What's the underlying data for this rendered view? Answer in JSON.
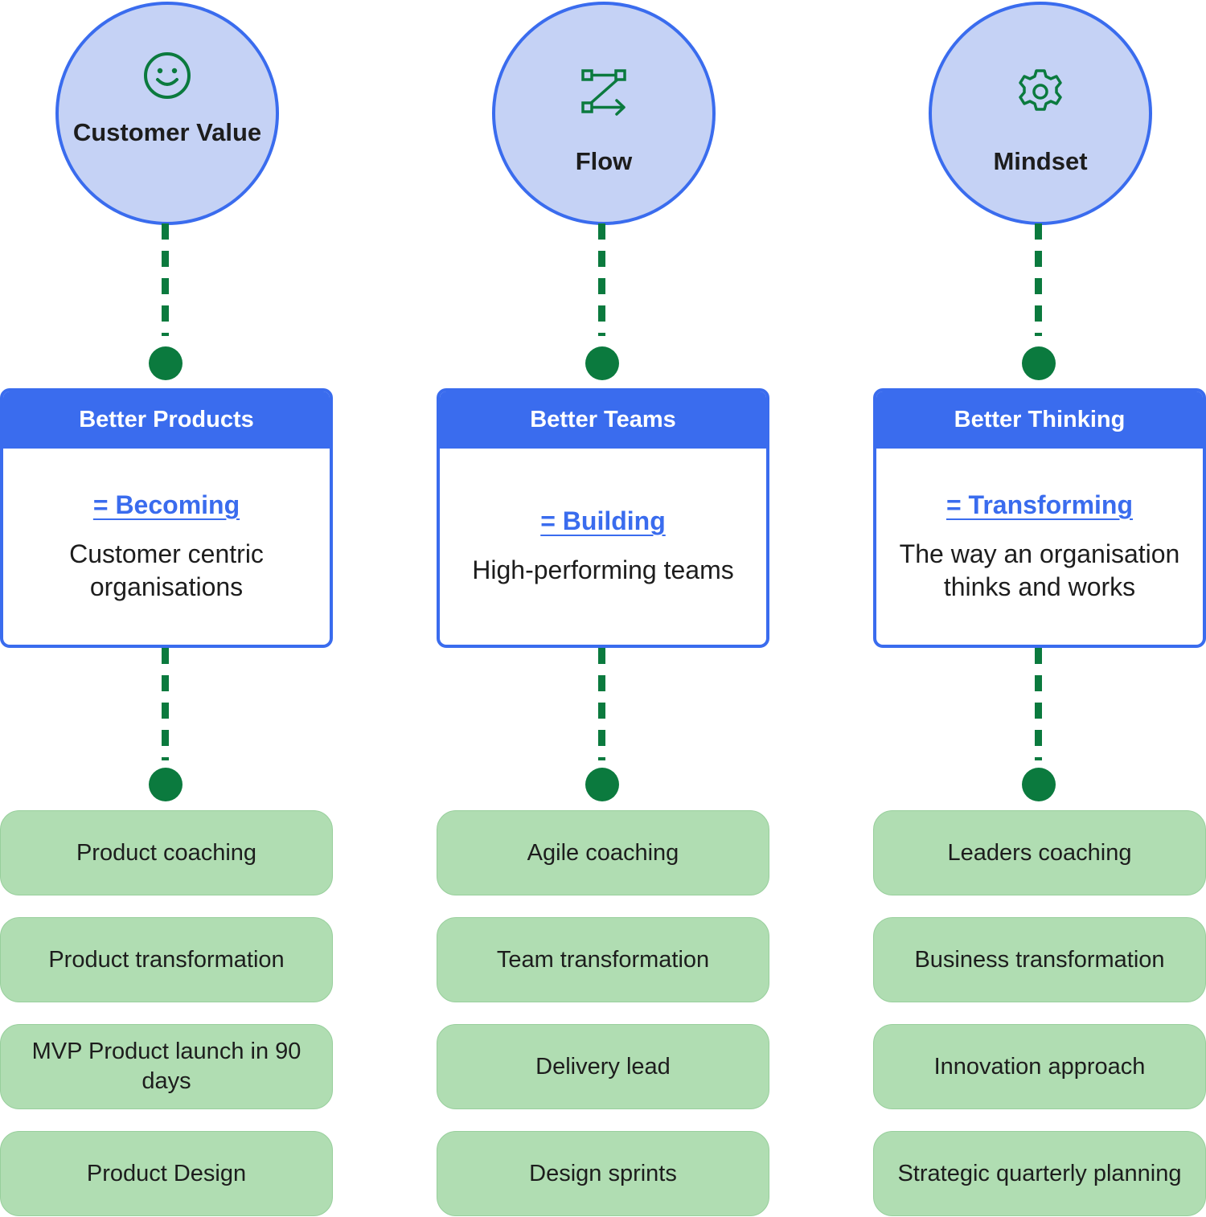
{
  "columns": [
    {
      "circle": {
        "icon": "smiley-face-icon",
        "label": "Customer Value"
      },
      "card": {
        "header": "Better Products",
        "emphasis": "= Becoming",
        "description": "Customer centric organisations"
      },
      "services": [
        "Product coaching",
        "Product transformation",
        "MVP Product launch in 90 days",
        "Product Design"
      ]
    },
    {
      "circle": {
        "icon": "flow-path-icon",
        "label": "Flow"
      },
      "card": {
        "header": "Better Teams",
        "emphasis": "= Building",
        "description": "High-performing teams"
      },
      "services": [
        "Agile coaching",
        "Team transformation",
        "Delivery lead",
        "Design sprints"
      ]
    },
    {
      "circle": {
        "icon": "gear-icon",
        "label": "Mindset"
      },
      "card": {
        "header": "Better Thinking",
        "emphasis": "= Transforming",
        "description": "The way an organisation thinks and works"
      },
      "services": [
        "Leaders coaching",
        "Business transformation",
        "Innovation approach",
        "Strategic quarterly planning"
      ]
    }
  ],
  "colors": {
    "circle_fill": "#c5d2f5",
    "primary_blue": "#3a6cee",
    "connector_green": "#0b7a3e",
    "service_fill": "#b0ddb2",
    "text": "#1d1d1d"
  }
}
